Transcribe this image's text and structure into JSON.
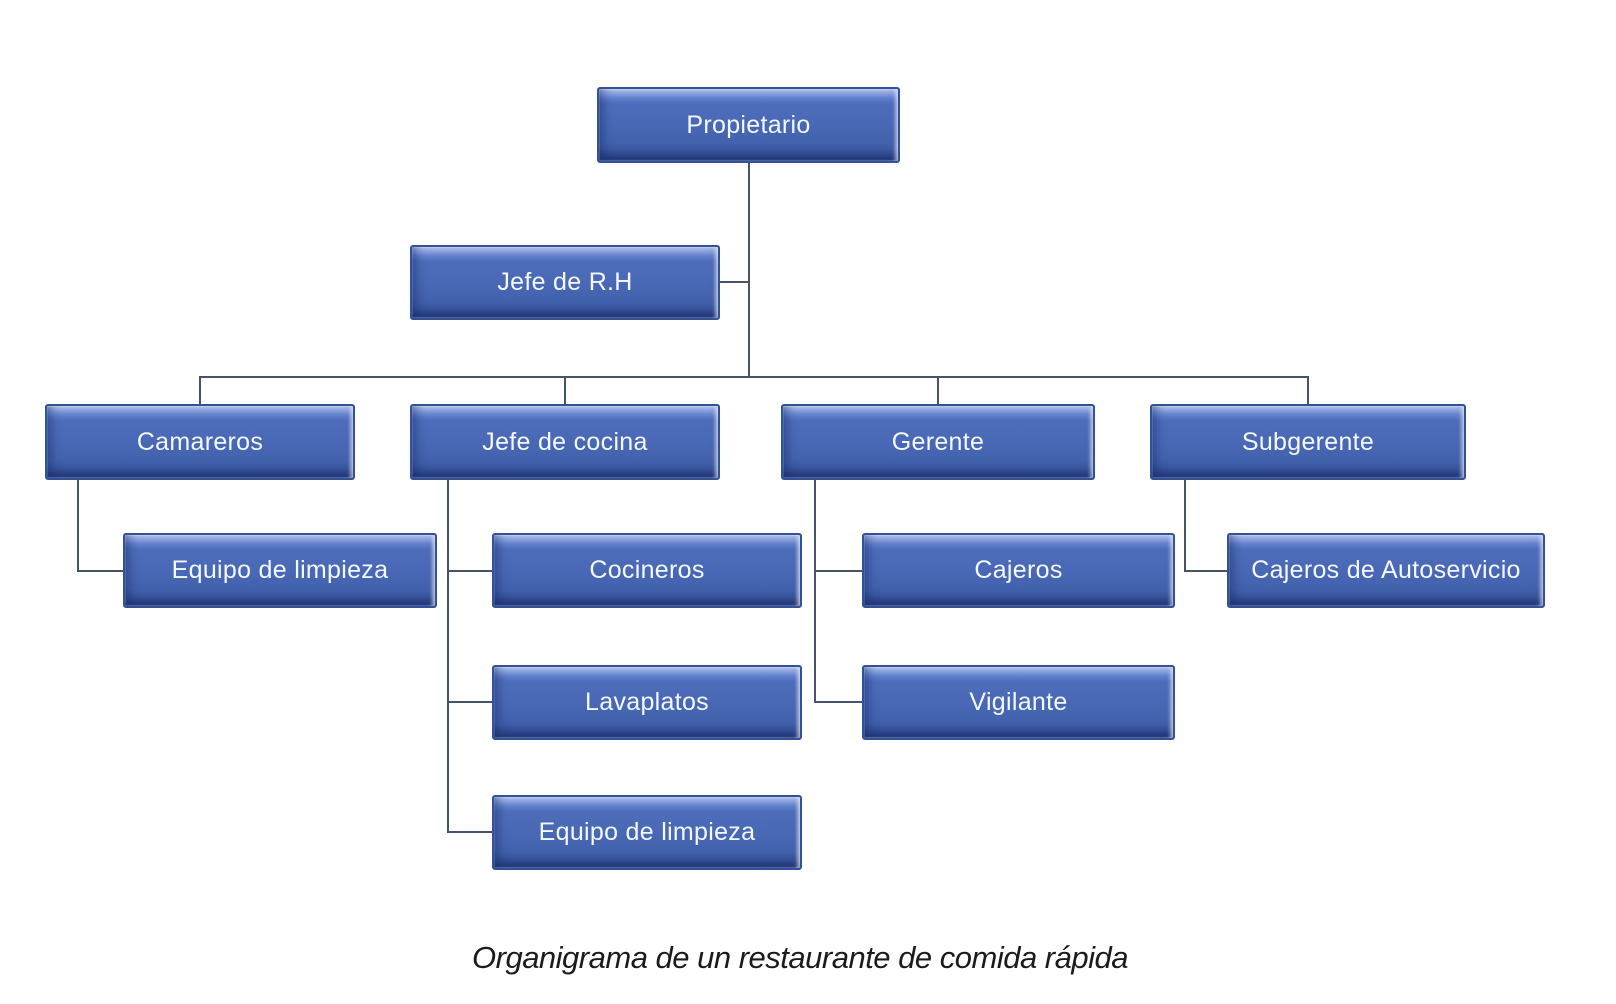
{
  "diagram": {
    "type": "org-chart",
    "caption": "Organigrama de un restaurante de comida rápida",
    "nodes": [
      {
        "label": "Propietario",
        "level": 1,
        "reports_to": null
      },
      {
        "label": "Jefe de R.H",
        "level": 2,
        "reports_to": "Propietario"
      },
      {
        "label": "Camareros",
        "level": 2,
        "reports_to": "Propietario"
      },
      {
        "label": "Jefe de cocina",
        "level": 2,
        "reports_to": "Propietario"
      },
      {
        "label": "Gerente",
        "level": 2,
        "reports_to": "Propietario"
      },
      {
        "label": "Subgerente",
        "level": 2,
        "reports_to": "Propietario"
      },
      {
        "label": "Equipo de limpieza",
        "level": 3,
        "reports_to": "Camareros"
      },
      {
        "label": "Cocineros",
        "level": 3,
        "reports_to": "Jefe de cocina"
      },
      {
        "label": "Cajeros",
        "level": 3,
        "reports_to": "Gerente"
      },
      {
        "label": "Cajeros de Autoservicio",
        "level": 3,
        "reports_to": "Subgerente"
      },
      {
        "label": "Lavaplatos",
        "level": 3,
        "reports_to": "Jefe de cocina"
      },
      {
        "label": "Vigilante",
        "level": 3,
        "reports_to": "Gerente"
      },
      {
        "label": "Equipo de limpieza",
        "level": 3,
        "reports_to": "Jefe de cocina"
      }
    ],
    "colors": {
      "node_fill": "#4a69b6",
      "node_fill_highlight": "#bdcdf3",
      "node_border": "#33509a",
      "node_text": "#ffffff",
      "connector": "#44546a",
      "caption_text": "#1b1b1b",
      "background": "#ffffff"
    }
  }
}
